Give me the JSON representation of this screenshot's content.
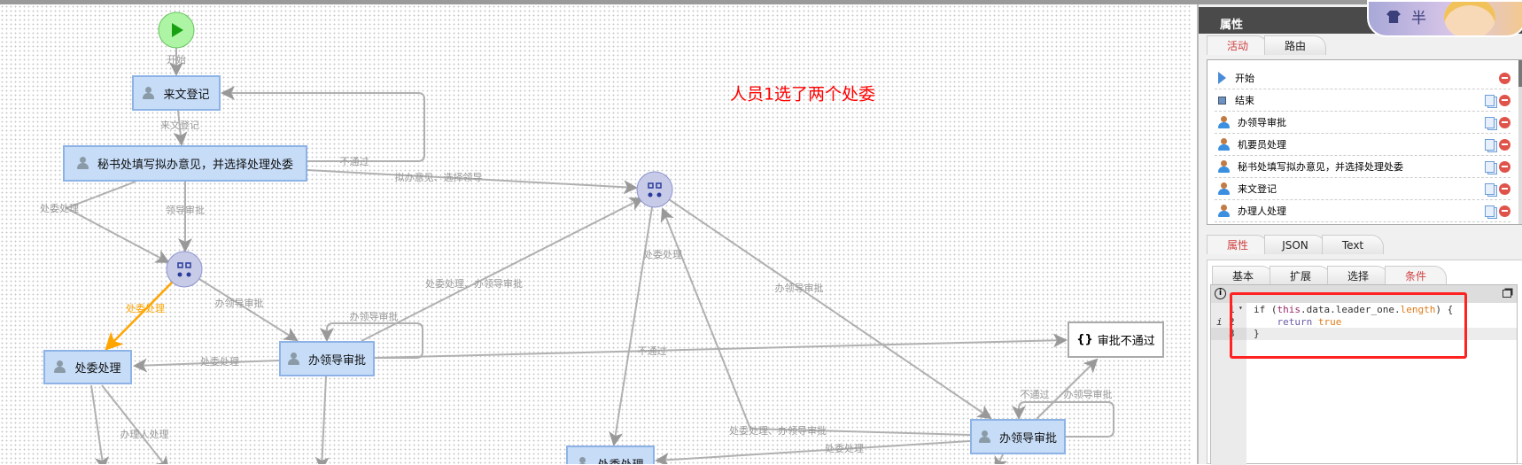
{
  "canvas": {
    "note": "人员1选了两个处委",
    "nodes": {
      "start": "开始",
      "laiwen": "来文登记",
      "mishu": "秘书处填写拟办意见，并选择处理处委",
      "chuwei1": "处委处理",
      "banlingdao1": "办领导审批",
      "script": "审批不通过",
      "chuwei2": "处委处理",
      "banlingdao2": "办领导审批"
    },
    "edges": {
      "e_start": "开始",
      "e_laiwen": "来文登记",
      "e_butongguo1": "不通过",
      "e_niban": "拟办意见、选择领导",
      "e_chuwei_a": "处委处理",
      "e_lingdao": "领导审批",
      "e_chuwei_orange": "处委处理",
      "e_banlingdao_a": "办领导审批",
      "e_loop1": "办领导审批",
      "e_to_gw2": "处委处理、办领导审批",
      "e_chuwei_b": "处委处理",
      "e_banliren": "办理人处理",
      "e_butongguo2": "不通过",
      "e_chuwei_c": "处委处理",
      "e_banlingdao_b": "办领导审批",
      "e_back_gw2": "处委处理、办领导审批",
      "e_chuwei_d": "处委处理",
      "e_loop2": "办领导审批",
      "e_loop2b": "不通过"
    },
    "highlight_color": "#ffa500"
  },
  "panel": {
    "title": "属性",
    "avatar_text": "半",
    "tabs": [
      "活动",
      "路由"
    ],
    "activities": [
      {
        "label": "开始",
        "icon": "play-icon"
      },
      {
        "label": "结束",
        "icon": "stop-icon"
      },
      {
        "label": "办领导审批",
        "icon": "user-icon"
      },
      {
        "label": "机要员处理",
        "icon": "user-icon"
      },
      {
        "label": "秘书处填写拟办意见，并选择处理处委",
        "icon": "user-icon"
      },
      {
        "label": "来文登记",
        "icon": "user-icon"
      },
      {
        "label": "办理人处理",
        "icon": "user-icon"
      }
    ],
    "tabs2": [
      "属性",
      "JSON",
      "Text"
    ],
    "tabs3": [
      "基本",
      "扩展",
      "选择",
      "条件"
    ],
    "code": {
      "lines": [
        "1",
        "2",
        "3"
      ],
      "l1a": "if (",
      "l1b": "this",
      ".": ".",
      "l1c": ".data.leader_one.",
      "l1d": "length",
      "l1e": ") {",
      "l2a": "    return ",
      "l2b": "true",
      "l3": "}"
    }
  }
}
